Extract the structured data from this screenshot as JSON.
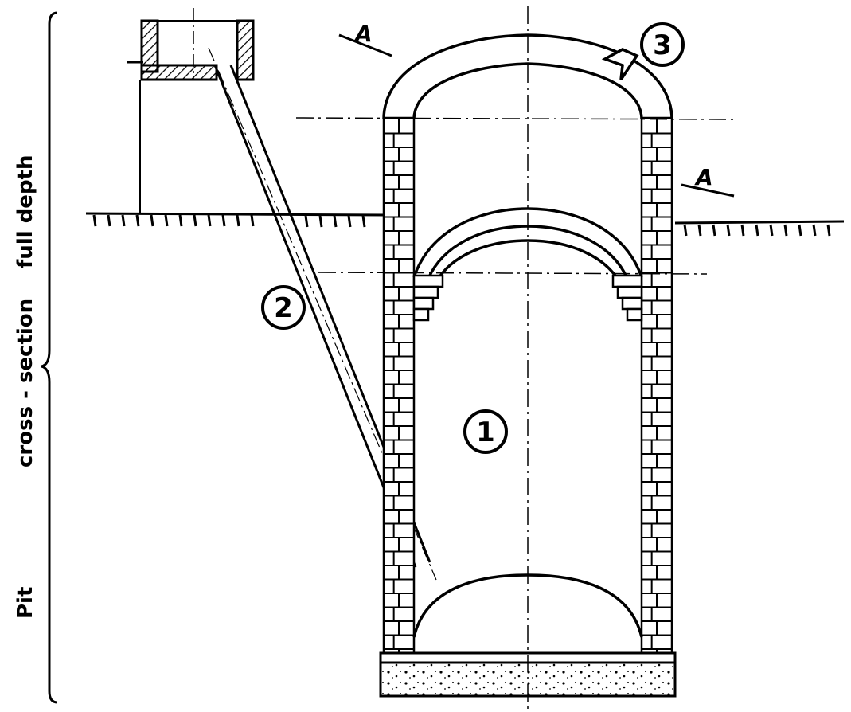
{
  "labels": {
    "pit": "Pit",
    "cross_section": "cross - section",
    "full_depth": "full depth",
    "section_mark": "A",
    "callout_1": "1",
    "callout_2": "2",
    "callout_3": "3"
  },
  "colors": {
    "ink": "#000000",
    "paper": "#ffffff"
  }
}
